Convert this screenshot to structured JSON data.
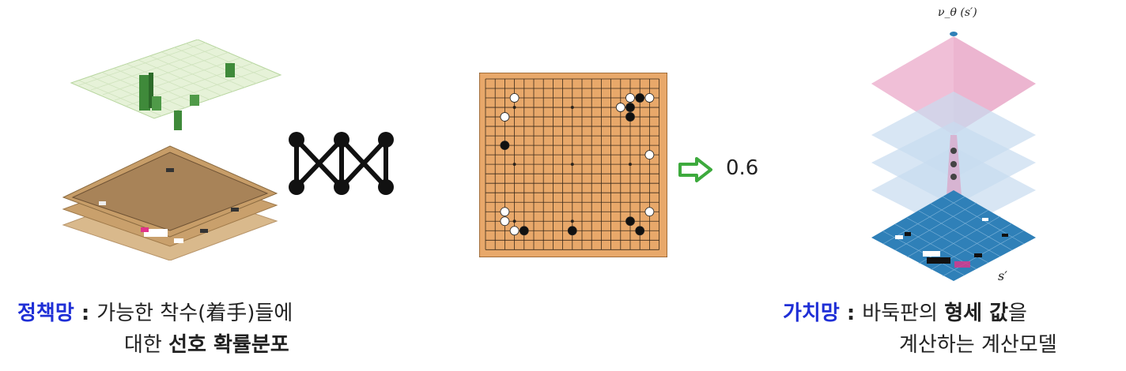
{
  "policy_caption": {
    "term": "정책망",
    "colon": " : ",
    "line1_rest": "가능한 착수(着手)들에",
    "line2_plain": "대한 ",
    "line2_bold": "선호 확률분포"
  },
  "value_caption": {
    "term": "가치망",
    "colon": " : ",
    "line1_plain": "바둑판의 ",
    "line1_bold": "형세 값",
    "line1_tail": "을",
    "line2": "계산하는 계산모델"
  },
  "arrow_output": "0.6",
  "value_net_label": "ν_θ (s′)",
  "state_label": "s′",
  "colors": {
    "blue_term": "#1f2fd6",
    "arrow_green": "#3daa3d",
    "board_wood": "#e8a86a",
    "policy_plane": "#e6f2d8",
    "value_top": "#e9a8c8",
    "value_board": "#2f80b8"
  },
  "icons": [
    "green-arrow-icon",
    "network-icon"
  ]
}
